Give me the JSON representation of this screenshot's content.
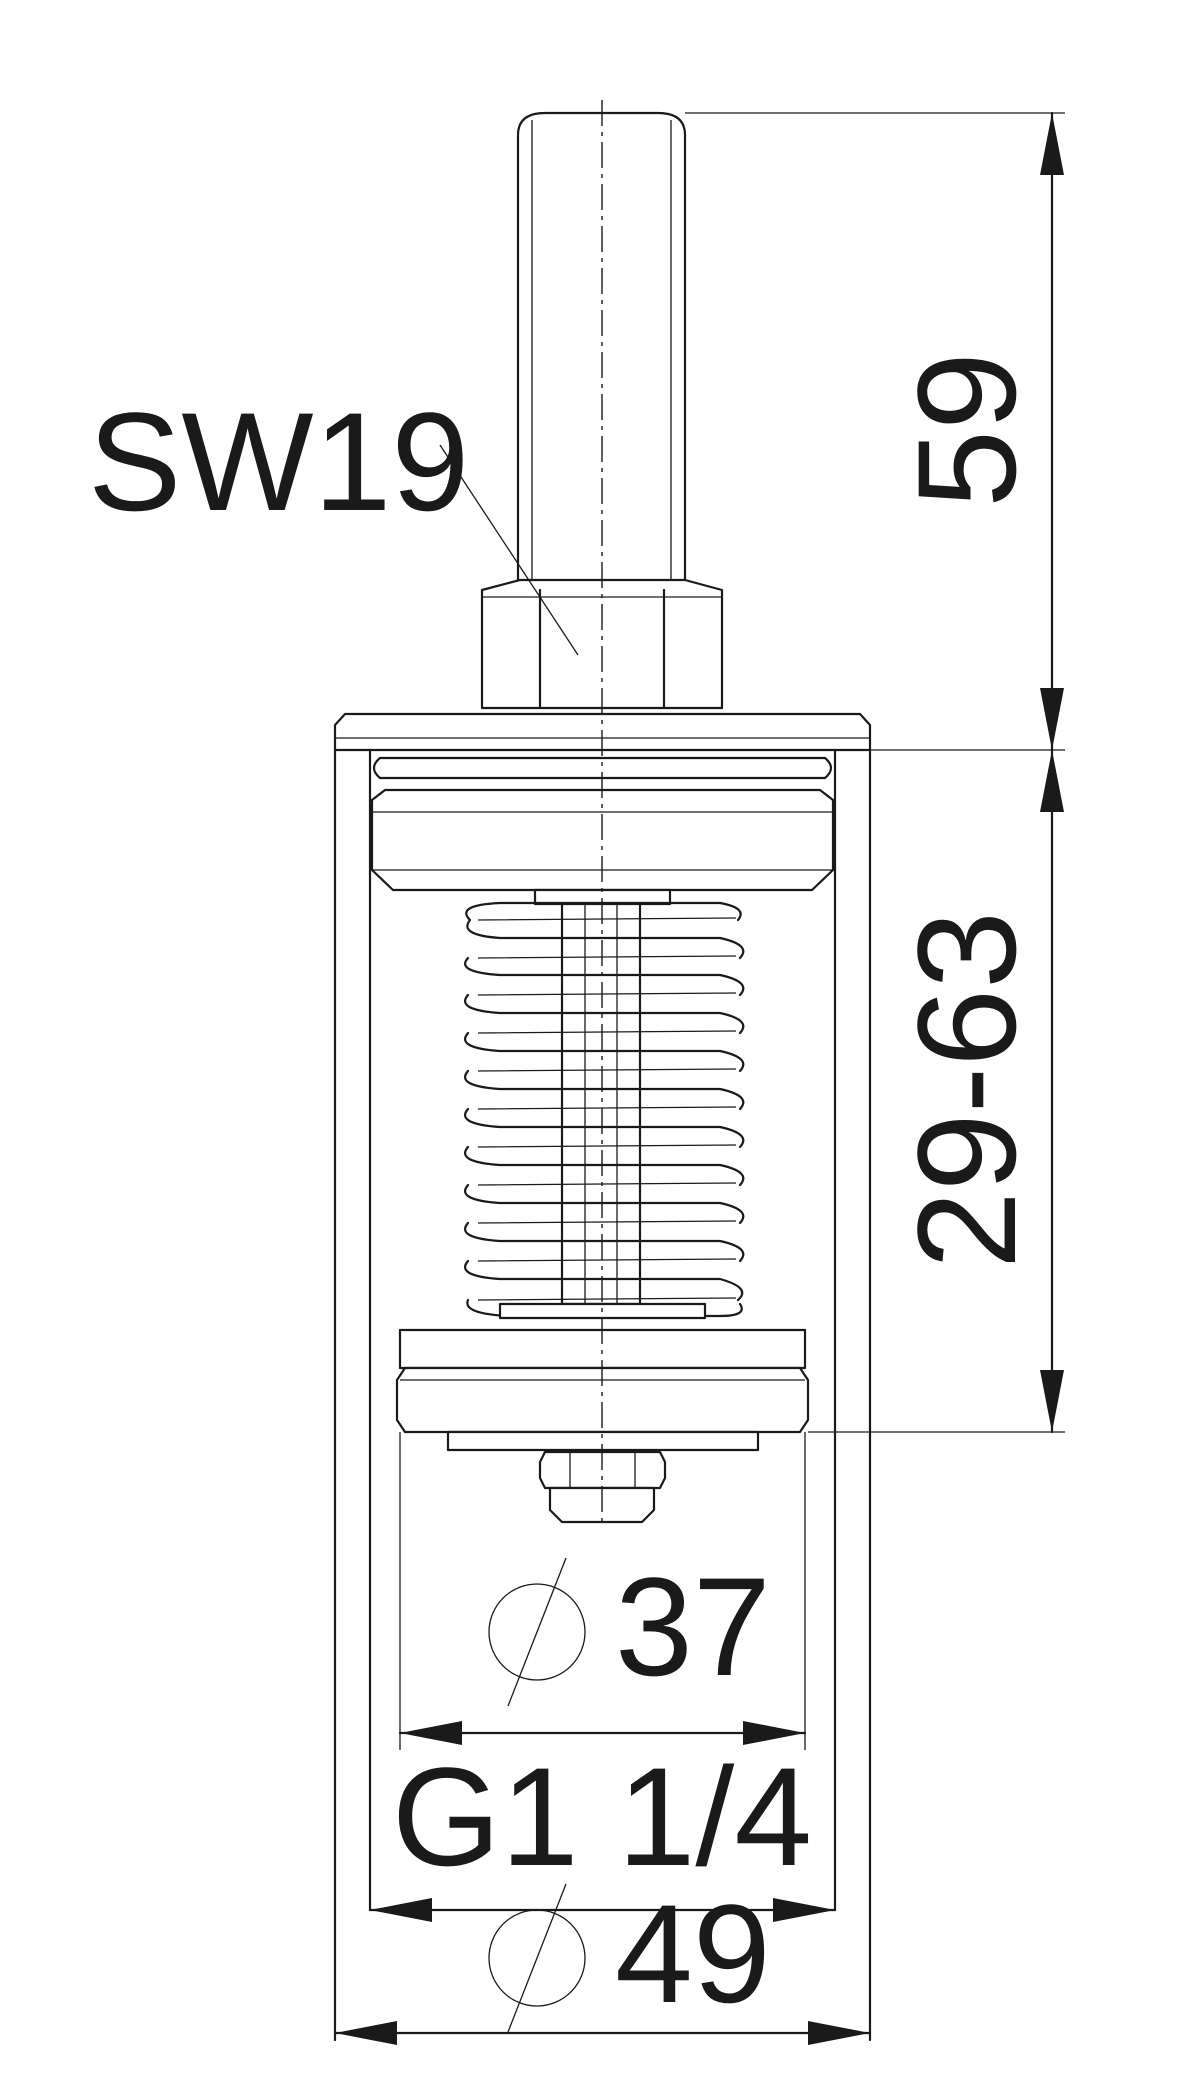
{
  "drawing": {
    "labels": {
      "wrench_size": "SW19",
      "stem_length": "59",
      "stroke_range": "29-63",
      "inner_diameter_value": "37",
      "thread": "G1 1/4",
      "outer_diameter_value": "49"
    },
    "symbols": {
      "diameter": "diameter-icon"
    }
  }
}
